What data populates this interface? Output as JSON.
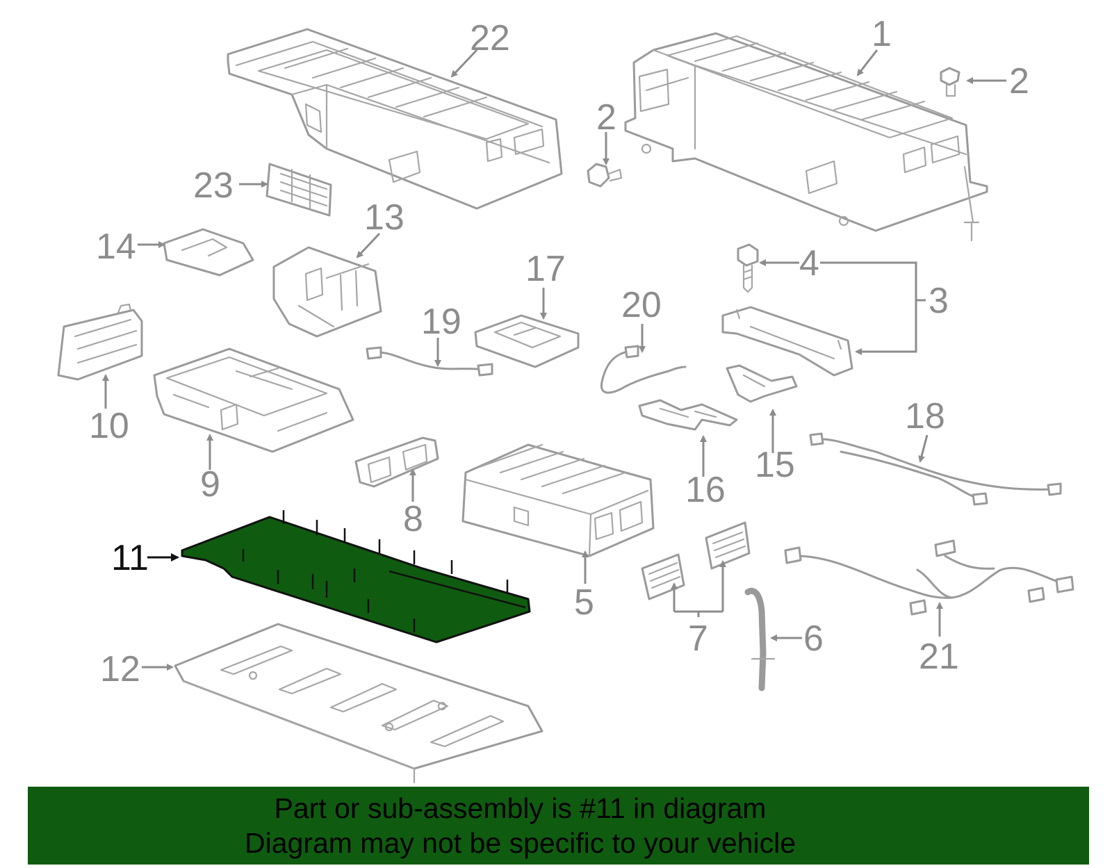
{
  "colors": {
    "highlight_part": "#0f5c10",
    "banner_bg": "#0f5c10",
    "part_outline": "#9a9a9a",
    "callout_text": "#8c8c8c",
    "highlight_callout": "#111111"
  },
  "callouts": {
    "c1": "1",
    "c2a": "2",
    "c2b": "2",
    "c3": "3",
    "c4": "4",
    "c5": "5",
    "c6": "6",
    "c7": "7",
    "c8": "8",
    "c9": "9",
    "c10": "10",
    "c11": "11",
    "c12": "12",
    "c13": "13",
    "c14": "14",
    "c15": "15",
    "c16": "16",
    "c17": "17",
    "c18": "18",
    "c19": "19",
    "c20": "20",
    "c21": "21",
    "c22": "22",
    "c23": "23"
  },
  "highlighted_part": "11",
  "banner": {
    "line1": "Part or sub-assembly is #11 in diagram",
    "line2": "Diagram may not be specific to your vehicle"
  }
}
